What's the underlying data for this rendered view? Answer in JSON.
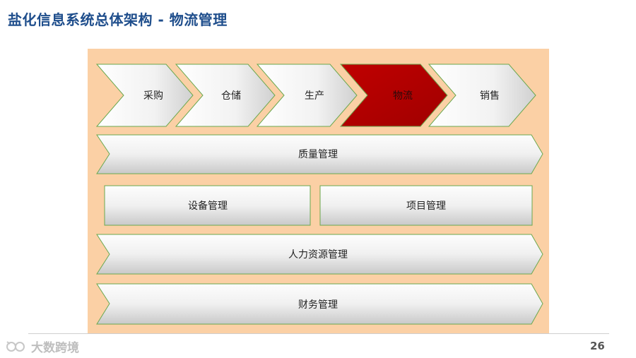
{
  "title": "盐化信息系统总体架构 - 物流管理",
  "process_chain": [
    {
      "label": "采购",
      "active": false
    },
    {
      "label": "仓储",
      "active": false
    },
    {
      "label": "生产",
      "active": false
    },
    {
      "label": "物流",
      "active": true
    },
    {
      "label": "销售",
      "active": false
    }
  ],
  "modules": {
    "quality": "质量管理",
    "equipment": "设备管理",
    "project": "项目管理",
    "hr": "人力资源管理",
    "finance": "财务管理"
  },
  "footer": {
    "page_number": "26",
    "watermark": "大数跨境"
  },
  "colors": {
    "title": "#1f4e8c",
    "panel": "#fbd0a5",
    "active_chevron": "#c00000",
    "shape_border": "#6aa84f"
  }
}
